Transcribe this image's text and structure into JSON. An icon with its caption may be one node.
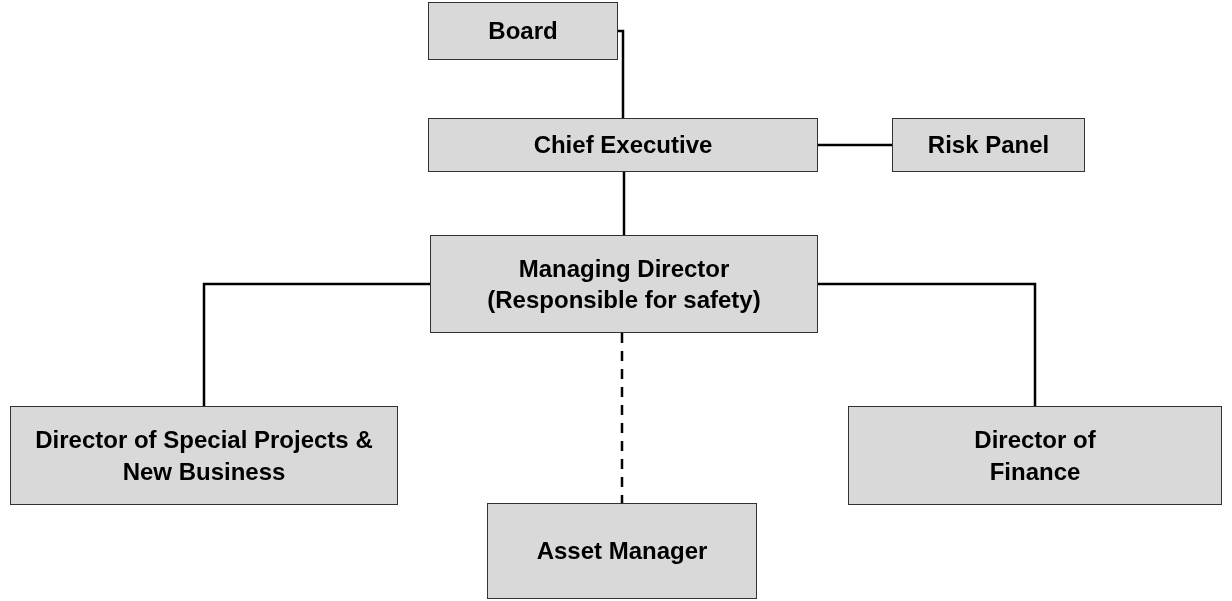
{
  "diagram": {
    "nodes": [
      {
        "text": [
          "Board"
        ]
      },
      {
        "text": [
          "Chief Executive"
        ]
      },
      {
        "text": [
          "Risk Panel"
        ]
      },
      {
        "text": [
          "Managing Director (Responsible for safety)"
        ]
      },
      {
        "text": [
          "Director of Special Projects & New Business"
        ]
      },
      {
        "text": [
          "Director of Finance"
        ]
      },
      {
        "text": [
          "Asset Manager"
        ]
      }
    ],
    "edges": [
      {
        "from": 0,
        "to": 1,
        "arrow": "none"
      },
      {
        "from": 1,
        "to": 2,
        "arrow": "none"
      },
      {
        "from": 1,
        "to": 3,
        "arrow": "none"
      },
      {
        "from": 3,
        "to": 4,
        "arrow": "none"
      },
      {
        "from": 3,
        "to": 5,
        "arrow": "none"
      },
      {
        "from": 3,
        "to": 6,
        "arrow": "none",
        "style": "dashed"
      }
    ]
  }
}
